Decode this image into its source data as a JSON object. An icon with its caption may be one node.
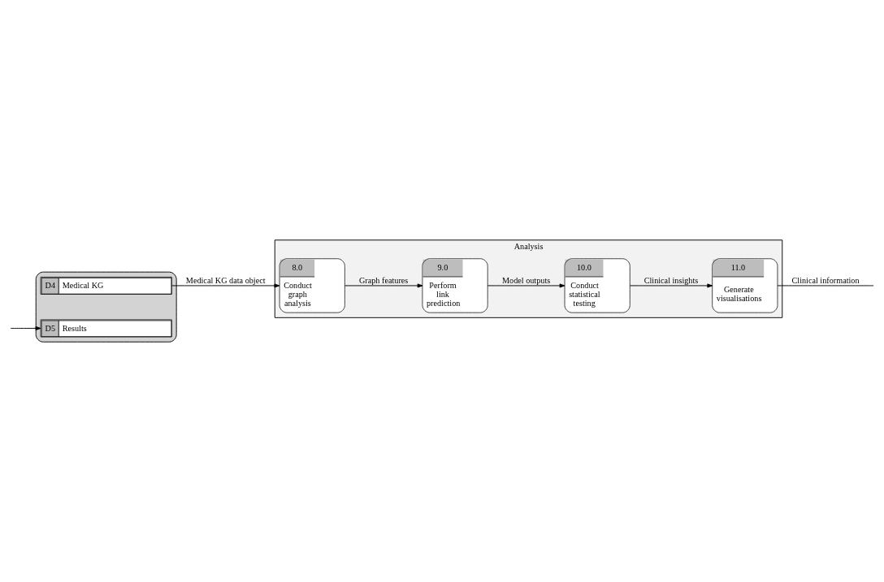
{
  "diagram": {
    "nodes": [
      {
        "text": [
          "Analysis"
        ]
      },
      {
        "text": [
          "8.0",
          "Conduct graph analysis"
        ],
        "in": 0
      },
      {
        "text": [
          "9.0",
          "Perform link prediction"
        ],
        "in": 0
      },
      {
        "text": [
          "10.0",
          "Conduct statistical testing"
        ],
        "in": 0
      },
      {
        "text": [
          "11.0",
          "Generate visualisations"
        ],
        "in": 0
      },
      {
        "text": [],
        "shape": "cylinder"
      },
      {
        "text": [
          "D4",
          "Medical KG"
        ],
        "in": 5
      },
      {
        "text": [
          "D5",
          "Results"
        ],
        "in": 5
      }
    ],
    "edges": [
      {
        "from": 1,
        "to": 2,
        "arrow": "to",
        "label": "Graph features"
      },
      {
        "from": 2,
        "to": 3,
        "arrow": "to",
        "label": "Model outputs"
      },
      {
        "from": 3,
        "to": 4,
        "arrow": "to",
        "label": "Clinical insights"
      },
      {
        "from": 4,
        "to": null,
        "arrow": "none",
        "label": "Clinical information"
      },
      {
        "from": 6,
        "to": 1,
        "arrow": "to",
        "label": "Medical KG data object"
      },
      {
        "from": null,
        "to": 7,
        "arrow": "to"
      }
    ]
  }
}
